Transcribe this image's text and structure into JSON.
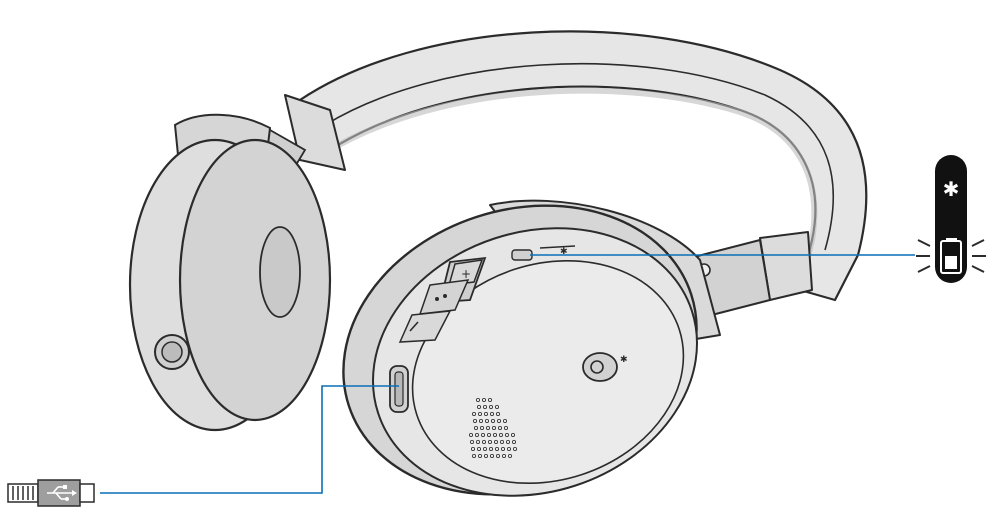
{
  "figure": {
    "subject": "headphones",
    "callouts": [
      {
        "id": "status-indicator",
        "icons": [
          "bluetooth-icon",
          "battery-icon"
        ],
        "line_color": "#0a6fb5"
      },
      {
        "id": "usb-port",
        "icons": [
          "usb-plug-icon",
          "usb-symbol-icon"
        ],
        "line_color": "#0a6fb5"
      }
    ],
    "controls": [
      "volume-up-button",
      "multifunction-button",
      "volume-down-button",
      "power-switch",
      "usb-c-port",
      "aux-jack",
      "status-led"
    ]
  },
  "colors": {
    "outline": "#2b2b2b",
    "body_fill": "#e4e4e4",
    "cushion_fill": "#d9d9d9",
    "shadow": "#c6c6c6",
    "callout_line": "#0a6fb5",
    "panel_dark": "#111111",
    "white": "#ffffff"
  }
}
